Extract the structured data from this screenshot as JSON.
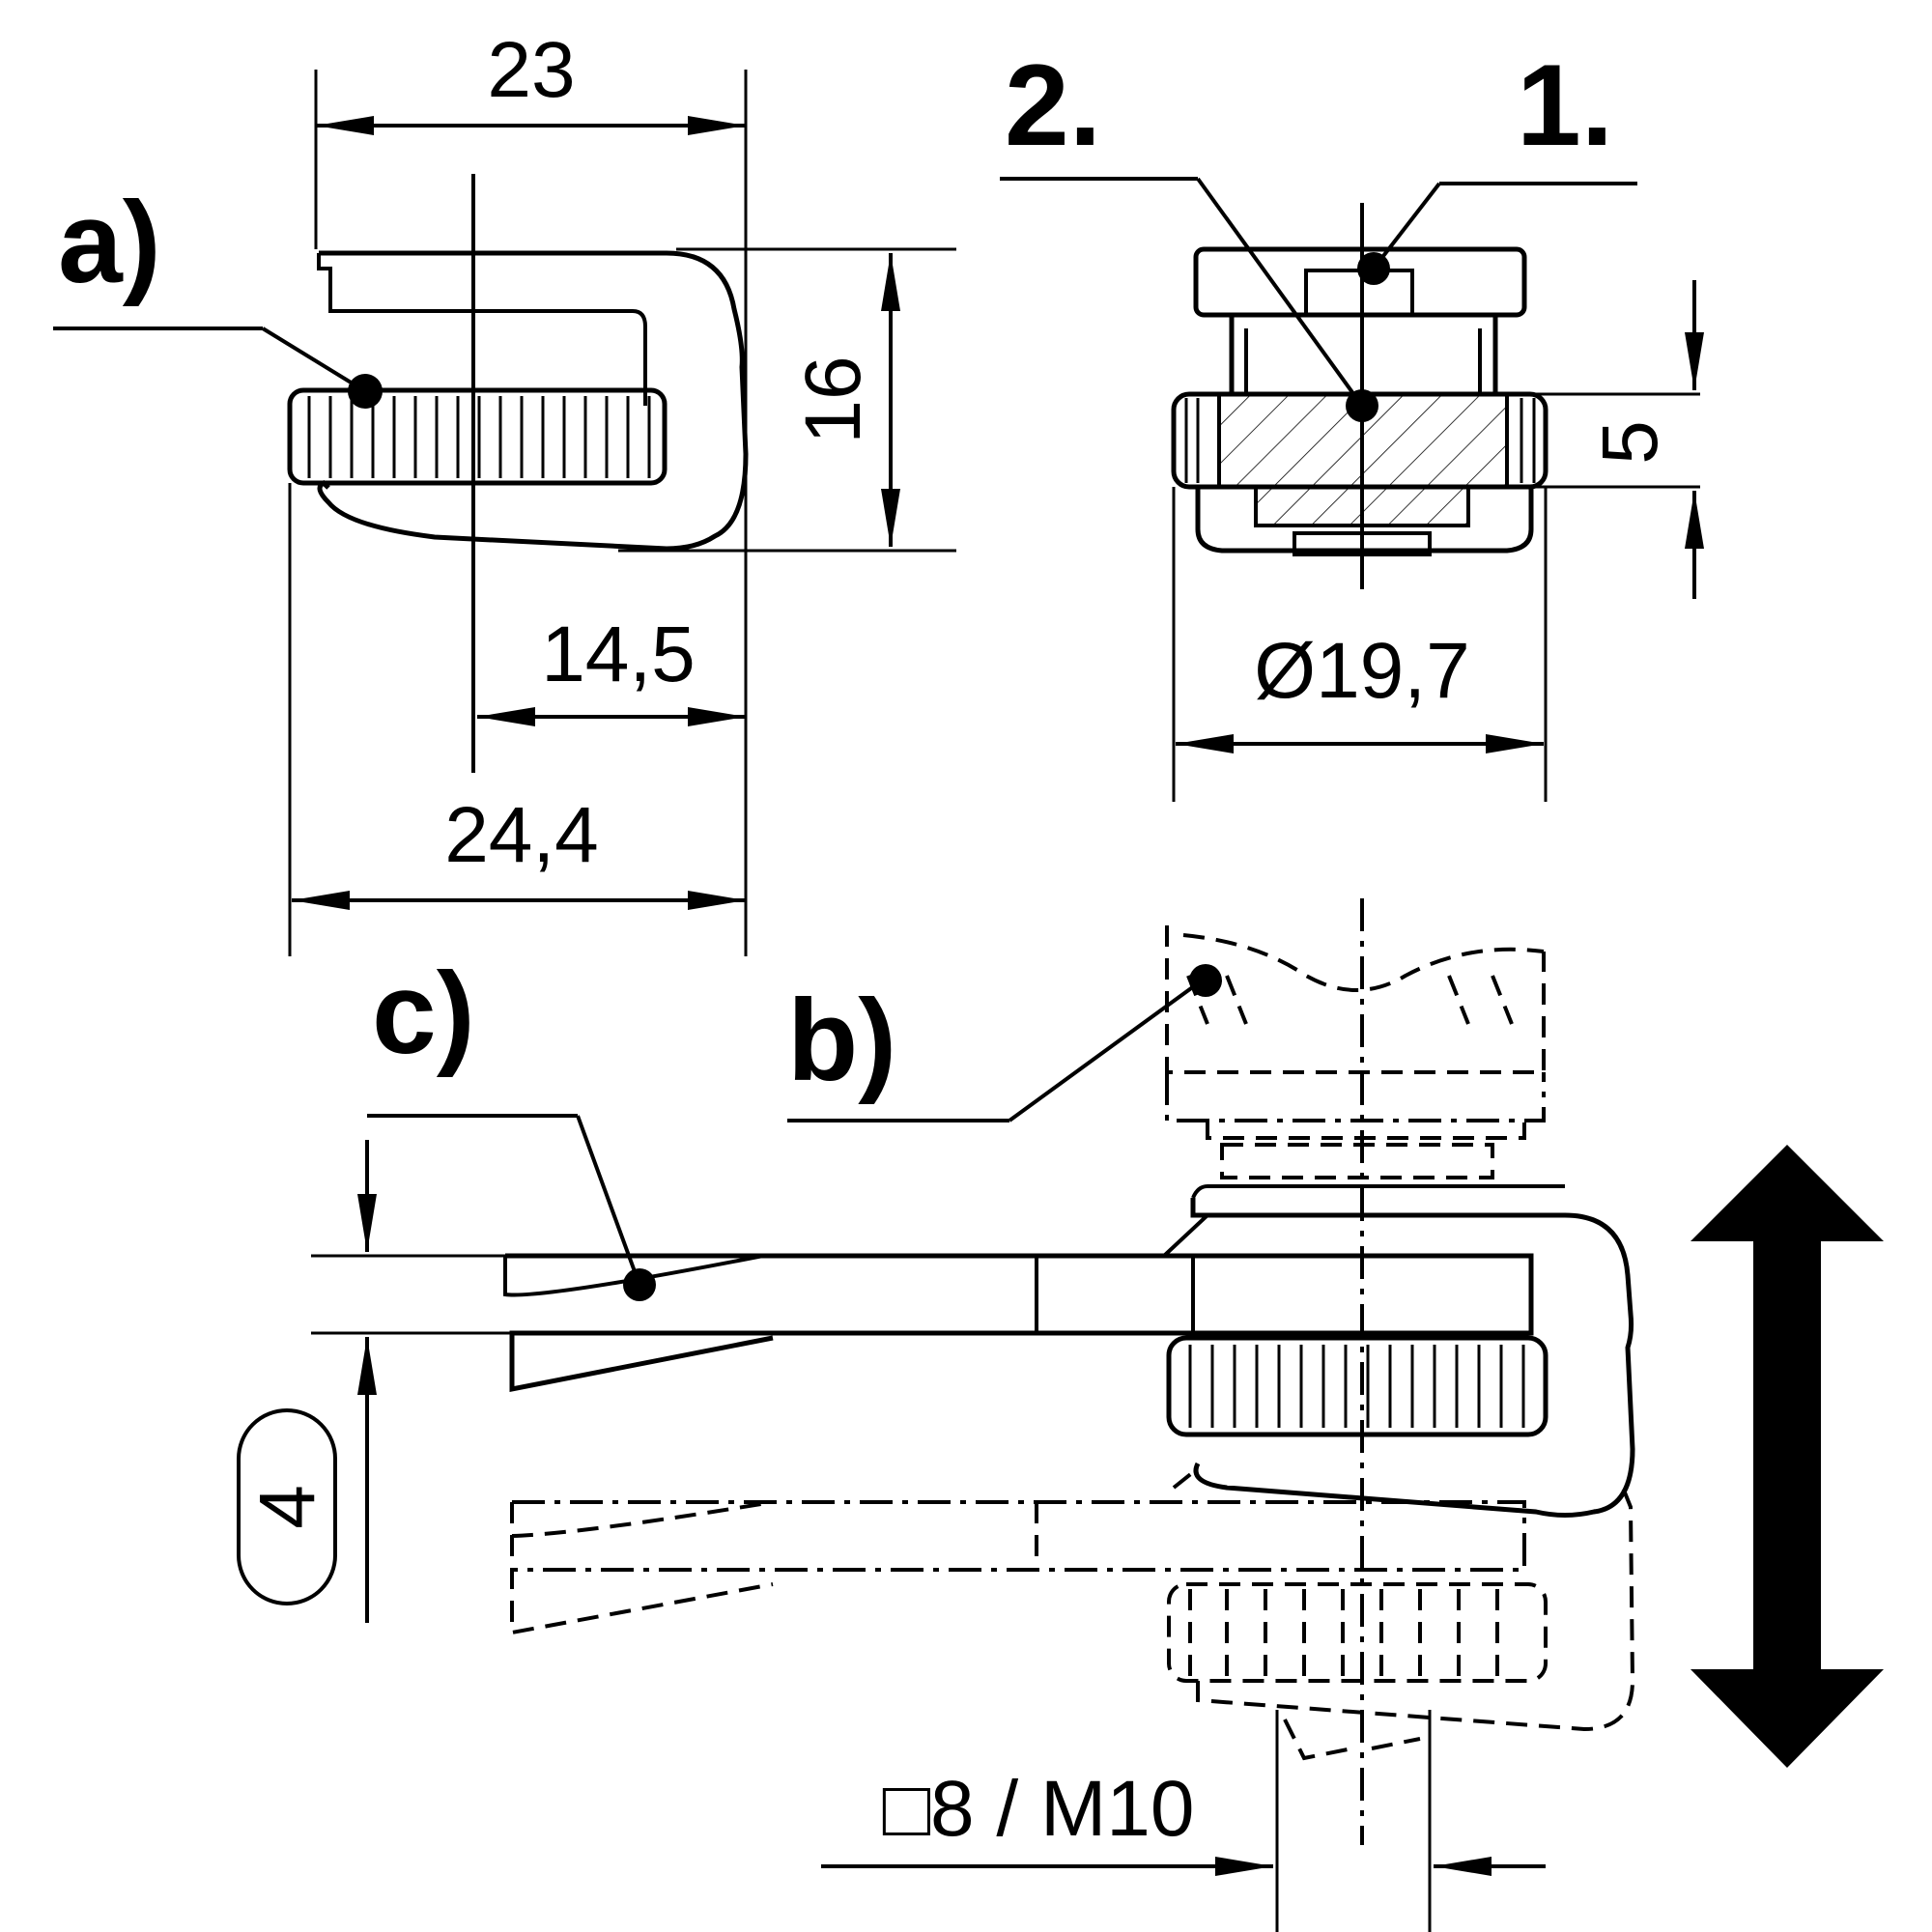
{
  "dimensions": {
    "width_23": "23",
    "height_16": "16",
    "dist_14_5": "14,5",
    "width_24_4": "24,4",
    "height_5": "5",
    "diameter": "Ø19,7",
    "stroke_4": "4",
    "thread": "□8 / M10"
  },
  "labels": {
    "a": "a)",
    "b": "b)",
    "c": "c)",
    "step1": "1.",
    "step2": "2."
  }
}
